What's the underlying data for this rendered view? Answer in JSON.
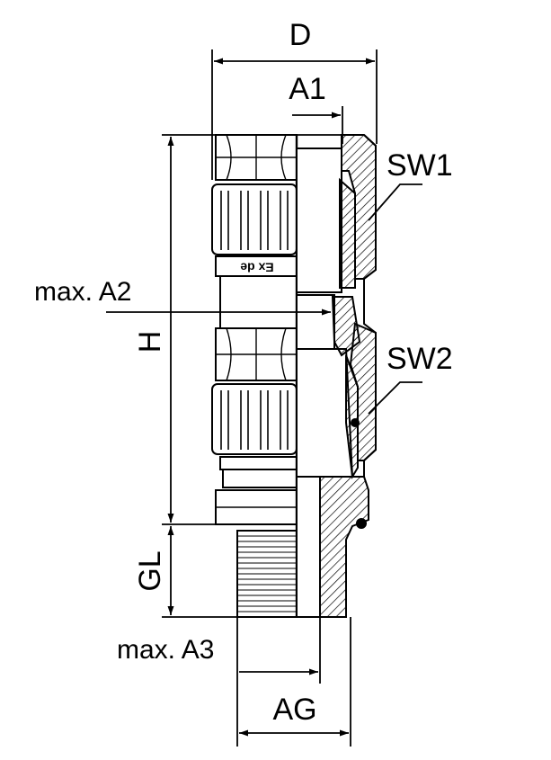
{
  "labels": {
    "D": "D",
    "A1": "A1",
    "SW1": "SW1",
    "max_A2": "max. A2",
    "H": "H",
    "SW2": "SW2",
    "GL": "GL",
    "max_A3": "max. A3",
    "AG": "AG",
    "marking": "Ex de"
  },
  "colors": {
    "line": "#000000",
    "background": "#ffffff"
  }
}
